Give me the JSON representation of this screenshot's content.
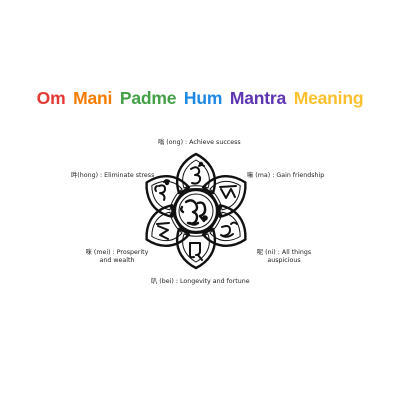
{
  "title": {
    "words": [
      {
        "text": "Om",
        "color": "#e53935"
      },
      {
        "text": "Mani",
        "color": "#f57c00"
      },
      {
        "text": "Padme",
        "color": "#43a047"
      },
      {
        "text": "Hum",
        "color": "#1e88e5"
      },
      {
        "text": "Mantra",
        "color": "#5e35b1"
      },
      {
        "text": "Meaning",
        "color": "#fbc02d"
      }
    ]
  },
  "labels": {
    "ong": "嗡 (ong) : Achieve success",
    "ma": "嘛 (ma) : Gain friendship",
    "ni": "呢 (ni) : All things",
    "ni_2": "auspicious",
    "bei": "叭 (bei) : Longevity and fortune",
    "mei": "咪 (mei) : Prosperity",
    "mei_2": "and wealth",
    "hong": "吽(hong) : Eliminate stress"
  },
  "diagram": {
    "stroke_color": "#111111",
    "center_glyph": "hrih-seed-syllable",
    "petal_glyphs": [
      "om-syllable",
      "ma-syllable",
      "ni-syllable",
      "pad-syllable",
      "me-syllable",
      "hum-syllable"
    ]
  }
}
